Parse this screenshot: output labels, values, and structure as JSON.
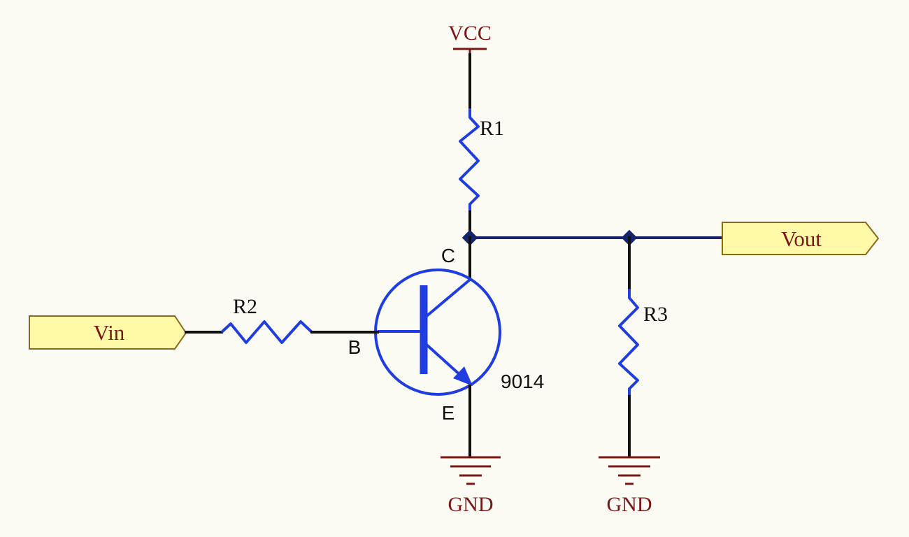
{
  "components": {
    "r1": {
      "label": "R1"
    },
    "r2": {
      "label": "R2"
    },
    "r3": {
      "label": "R3"
    },
    "transistor": {
      "part": "9014",
      "collector": "C",
      "base": "B",
      "emitter": "E"
    }
  },
  "power": {
    "supply": "VCC",
    "ground_left": "GND",
    "ground_right": "GND"
  },
  "ports": {
    "input": "Vin",
    "output": "Vout"
  },
  "colors": {
    "background": "#fdfcf4",
    "wire": "#101010",
    "component": "#1f3de0",
    "power_symbol": "#7a1616",
    "port_fill": "#fff9a8",
    "junction": "#14236b"
  }
}
